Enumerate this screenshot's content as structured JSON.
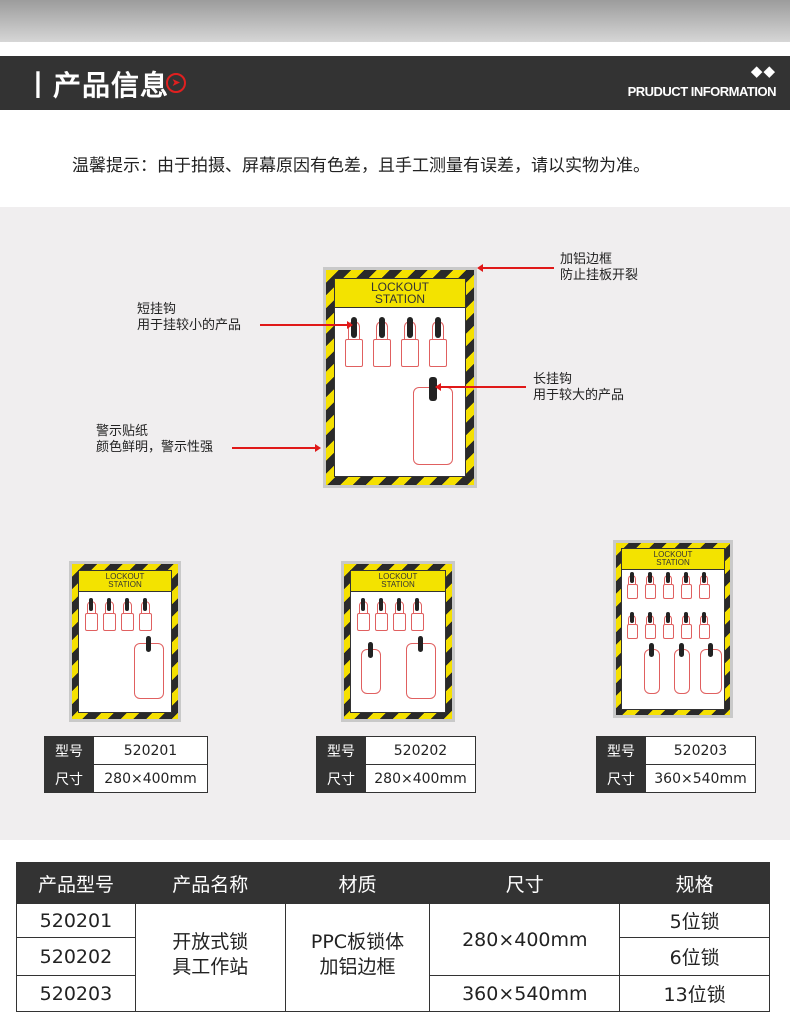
{
  "header": {
    "title": "丨产品信息",
    "arrow": "➤",
    "diamonds": "◆◆",
    "subtitle": "PRUDUCT INFORMATION"
  },
  "tip": "温馨提示：由于拍摄、屏幕原因有色差，且手工测量有误差，请以实物为准。",
  "board_title": [
    "LOCKOUT",
    "STATION"
  ],
  "annotations": {
    "frame": [
      "加铝边框",
      "防止挂板开裂"
    ],
    "short_hook": [
      "短挂钩",
      "用于挂较小的产品"
    ],
    "long_hook": [
      "长挂钩",
      "用于较大的产品"
    ],
    "sticker": [
      "警示贴纸",
      "颜色鲜明，警示性强"
    ]
  },
  "models": [
    {
      "model_label": "型号",
      "model": "520201",
      "size_label": "尺寸",
      "size": "280×400mm"
    },
    {
      "model_label": "型号",
      "model": "520202",
      "size_label": "尺寸",
      "size": "280×400mm"
    },
    {
      "model_label": "型号",
      "model": "520203",
      "size_label": "尺寸",
      "size": "360×540mm"
    }
  ],
  "spec_table": {
    "headers": [
      "产品型号",
      "产品名称",
      "材质",
      "尺寸",
      "规格"
    ],
    "models": [
      "520201",
      "520202",
      "520203"
    ],
    "name": [
      "开放式锁",
      "具工作站"
    ],
    "material": [
      "PPC板锁体",
      "加铝边框"
    ],
    "sizes": [
      "280×400mm",
      "360×540mm"
    ],
    "specs": [
      "5位锁",
      "6位锁",
      "13位锁"
    ]
  }
}
